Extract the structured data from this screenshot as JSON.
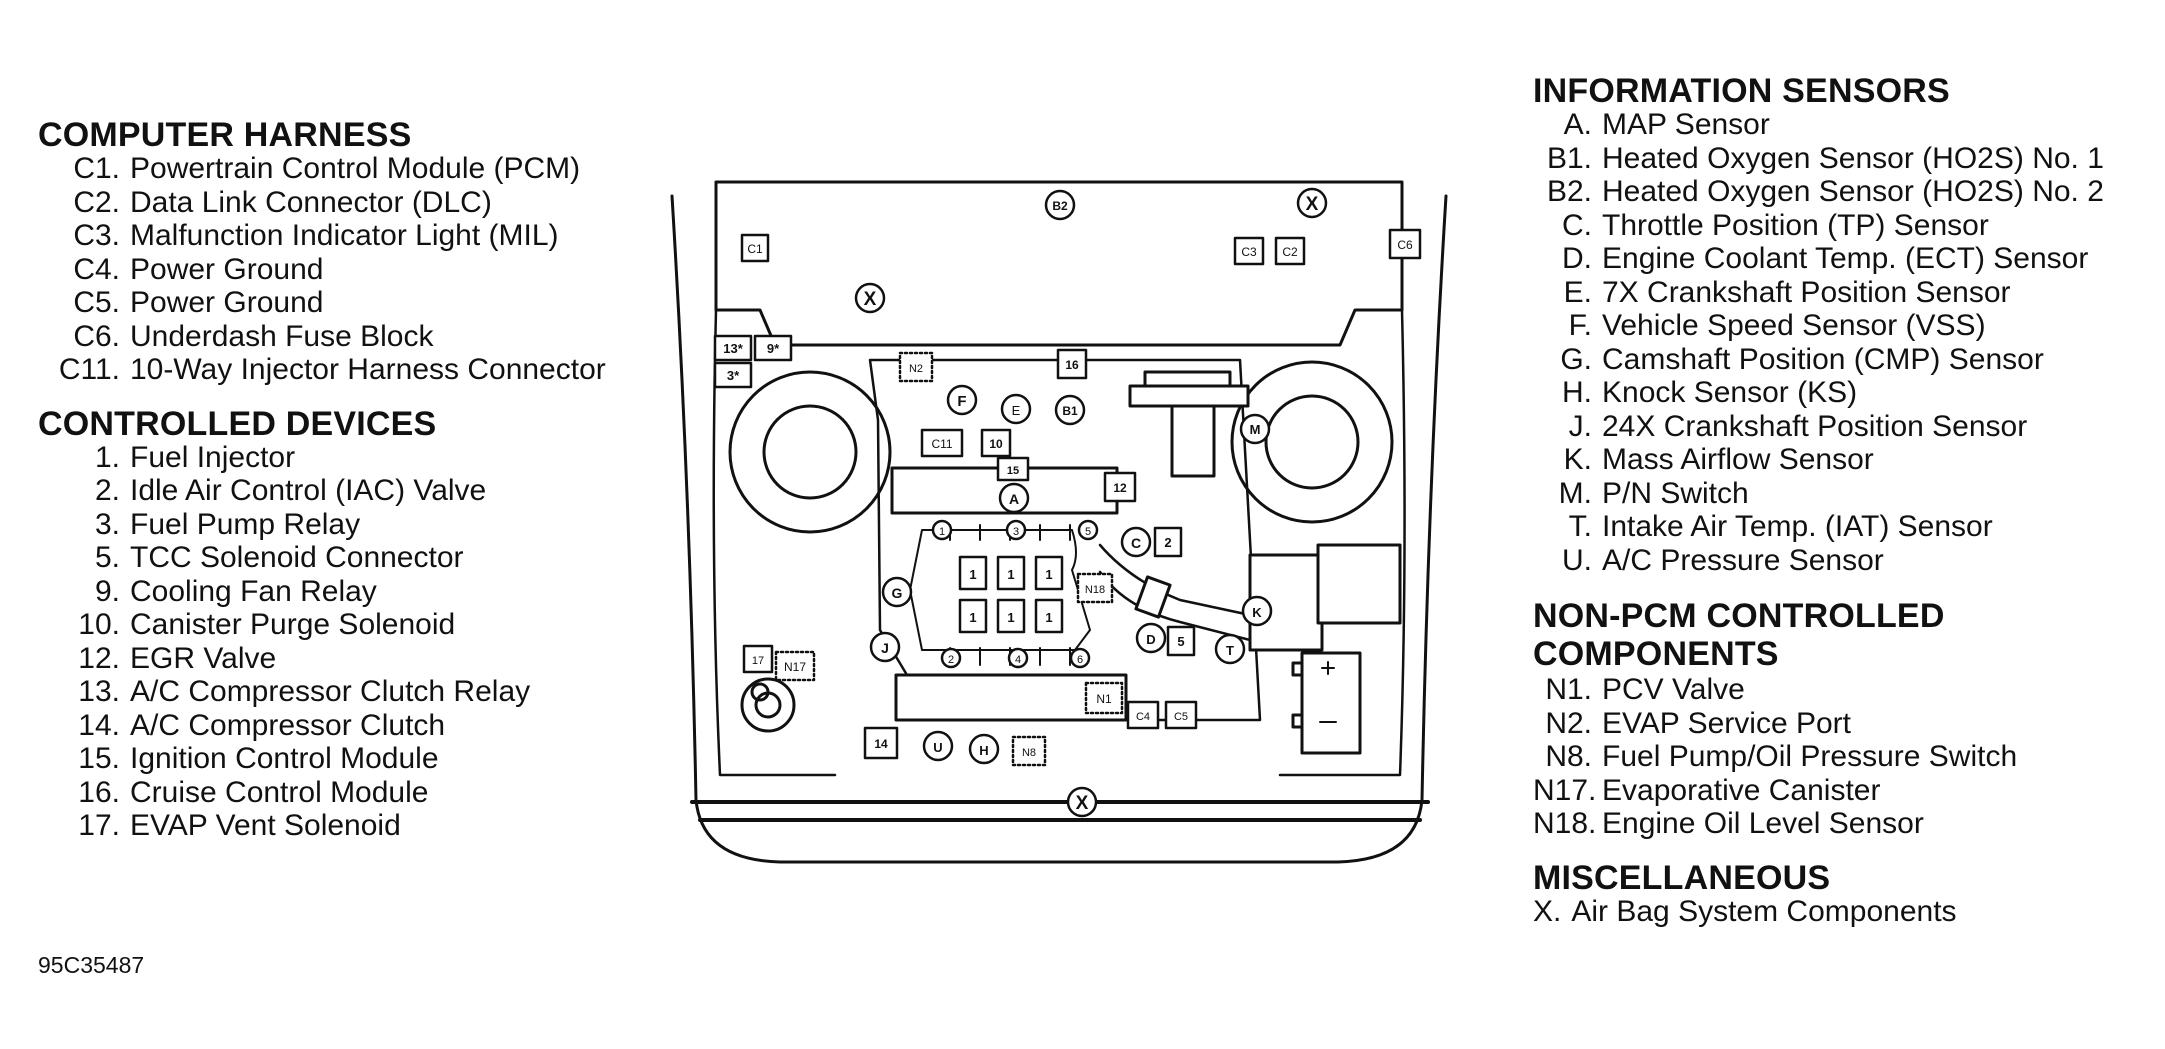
{
  "left_sections": [
    {
      "title": "COMPUTER HARNESS",
      "items": [
        {
          "code": "C1.",
          "label": "Powertrain Control Module (PCM)"
        },
        {
          "code": "C2.",
          "label": "Data Link Connector (DLC)"
        },
        {
          "code": "C3.",
          "label": "Malfunction Indicator Light (MIL)"
        },
        {
          "code": "C4.",
          "label": "Power Ground"
        },
        {
          "code": "C5.",
          "label": "Power Ground"
        },
        {
          "code": "C6.",
          "label": "Underdash Fuse Block"
        },
        {
          "code": "C11.",
          "label": "10-Way Injector Harness Connector"
        }
      ]
    },
    {
      "title": "CONTROLLED DEVICES",
      "items": [
        {
          "code": "1.",
          "label": "Fuel Injector"
        },
        {
          "code": "2.",
          "label": "Idle Air Control (IAC) Valve"
        },
        {
          "code": "3.",
          "label": "Fuel Pump Relay"
        },
        {
          "code": "5.",
          "label": "TCC Solenoid Connector"
        },
        {
          "code": "9.",
          "label": "Cooling Fan Relay"
        },
        {
          "code": "10.",
          "label": "Canister Purge Solenoid"
        },
        {
          "code": "12.",
          "label": "EGR Valve"
        },
        {
          "code": "13.",
          "label": "A/C Compressor Clutch Relay"
        },
        {
          "code": "14.",
          "label": "A/C Compressor Clutch"
        },
        {
          "code": "15.",
          "label": "Ignition Control Module"
        },
        {
          "code": "16.",
          "label": "Cruise Control Module"
        },
        {
          "code": "17.",
          "label": "EVAP Vent Solenoid"
        }
      ]
    }
  ],
  "right_sections": [
    {
      "title": "INFORMATION SENSORS",
      "items": [
        {
          "code": "A.",
          "label": "MAP Sensor"
        },
        {
          "code": "B1.",
          "label": "Heated Oxygen Sensor (HO2S) No. 1"
        },
        {
          "code": "B2.",
          "label": "Heated Oxygen Sensor (HO2S) No. 2"
        },
        {
          "code": "C.",
          "label": "Throttle Position (TP) Sensor"
        },
        {
          "code": "D.",
          "label": "Engine Coolant Temp. (ECT) Sensor"
        },
        {
          "code": "E.",
          "label": "7X Crankshaft Position Sensor"
        },
        {
          "code": "F.",
          "label": "Vehicle Speed Sensor (VSS)"
        },
        {
          "code": "G.",
          "label": "Camshaft Position (CMP) Sensor"
        },
        {
          "code": "H.",
          "label": "Knock Sensor (KS)"
        },
        {
          "code": "J.",
          "label": "24X Crankshaft Position Sensor"
        },
        {
          "code": "K.",
          "label": "Mass Airflow Sensor"
        },
        {
          "code": "M.",
          "label": "P/N Switch"
        },
        {
          "code": "T.",
          "label": "Intake Air Temp. (IAT) Sensor"
        },
        {
          "code": "U.",
          "label": "A/C Pressure Sensor"
        }
      ]
    },
    {
      "title": "NON-PCM CONTROLLED COMPONENTS",
      "items": [
        {
          "code": "N1.",
          "label": "PCV Valve"
        },
        {
          "code": "N2.",
          "label": "EVAP Service Port"
        },
        {
          "code": "N8.",
          "label": "Fuel Pump/Oil Pressure Switch"
        },
        {
          "code": "N17.",
          "label": "Evaporative Canister"
        },
        {
          "code": "N18.",
          "label": "Engine Oil Level Sensor"
        }
      ]
    },
    {
      "title": "MISCELLANEOUS",
      "items": [
        {
          "code": "X.",
          "label": "Air Bag System Components"
        }
      ]
    }
  ],
  "figure_id": "95C35487",
  "diagram_labels": {
    "b2": "B2",
    "x": "X",
    "c1": "C1",
    "c3": "C3",
    "c2": "C2",
    "c6": "C6",
    "n13": "13",
    "n9": "9",
    "n3": "3",
    "n2": "N2",
    "n16": "16",
    "f": "F",
    "e": "E",
    "b1": "B1",
    "m": "M",
    "c11": "C11",
    "n10": "10",
    "n15": "15",
    "a": "A",
    "n12": "12",
    "c": "C",
    "n2box": "2",
    "n1": "1",
    "n3c": "3",
    "n5": "5",
    "n18": "N18",
    "g": "G",
    "k": "K",
    "j": "J",
    "d": "D",
    "t": "T",
    "n4": "4",
    "n6": "6",
    "n17": "17",
    "n17c": "N17",
    "n1v": "N1",
    "c4": "C4",
    "c5": "C5",
    "n14": "14",
    "u": "U",
    "h": "H",
    "n8": "N8",
    "star": "*"
  }
}
